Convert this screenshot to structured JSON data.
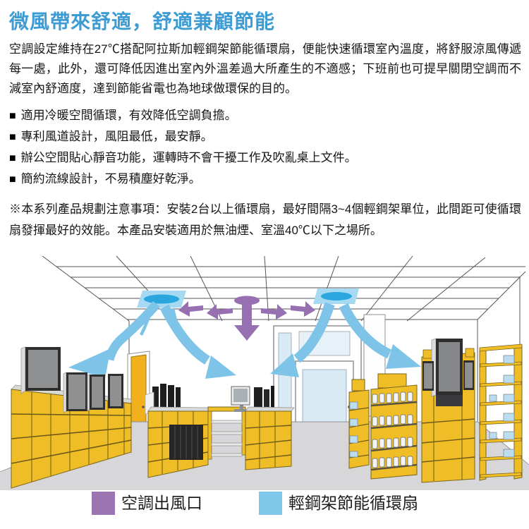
{
  "page": {
    "title": "微風帶來舒適，舒適兼顧節能",
    "intro": "空調設定維持在27℃搭配阿拉斯加輕鋼架節能循環扇，便能快速循環室內溫度，將舒服涼風傳遞每一處，此外，還可降低因進出室內外溫差過大所產生的不適感；下班前也可提早關閉空調而不減室內舒適度，達到節能省電也為地球做環保的目的。",
    "bullet_marker": "■",
    "features": [
      {
        "text": "適用冷暖空間循環，有效降低空調負擔。"
      },
      {
        "text": "專利風道設計，風阻最低，最安靜。"
      },
      {
        "text": "辦公空間貼心靜音功能，運轉時不會干擾工作及吹亂桌上文件。"
      },
      {
        "text": "簡約流線設計，不易積塵好乾淨。"
      }
    ],
    "note": "※本系列產品規劃注意事項：安裝2台以上循環扇，最好間隔3~4個輕鋼架單位，此間距可使循環扇發揮最好的效能。本產品安裝適用於無油煙、室溫40℃以下之場所。",
    "legend": [
      {
        "label": "空調出風口",
        "color": "#9B74B1"
      },
      {
        "label": "輕鋼架節能循環扇",
        "color": "#7EC9EA"
      }
    ],
    "colors": {
      "title_blue": "#3E9CD4",
      "airflow_blue": "#7EC4E8",
      "fan_panel_blue": "#A6D9F2",
      "fan_oval_blue": "#2CA6DE",
      "ac_outlet_purple": "#9770B2",
      "shelf_yellow": "#EFBD26",
      "floor_gray": "#D7D7DA"
    }
  }
}
